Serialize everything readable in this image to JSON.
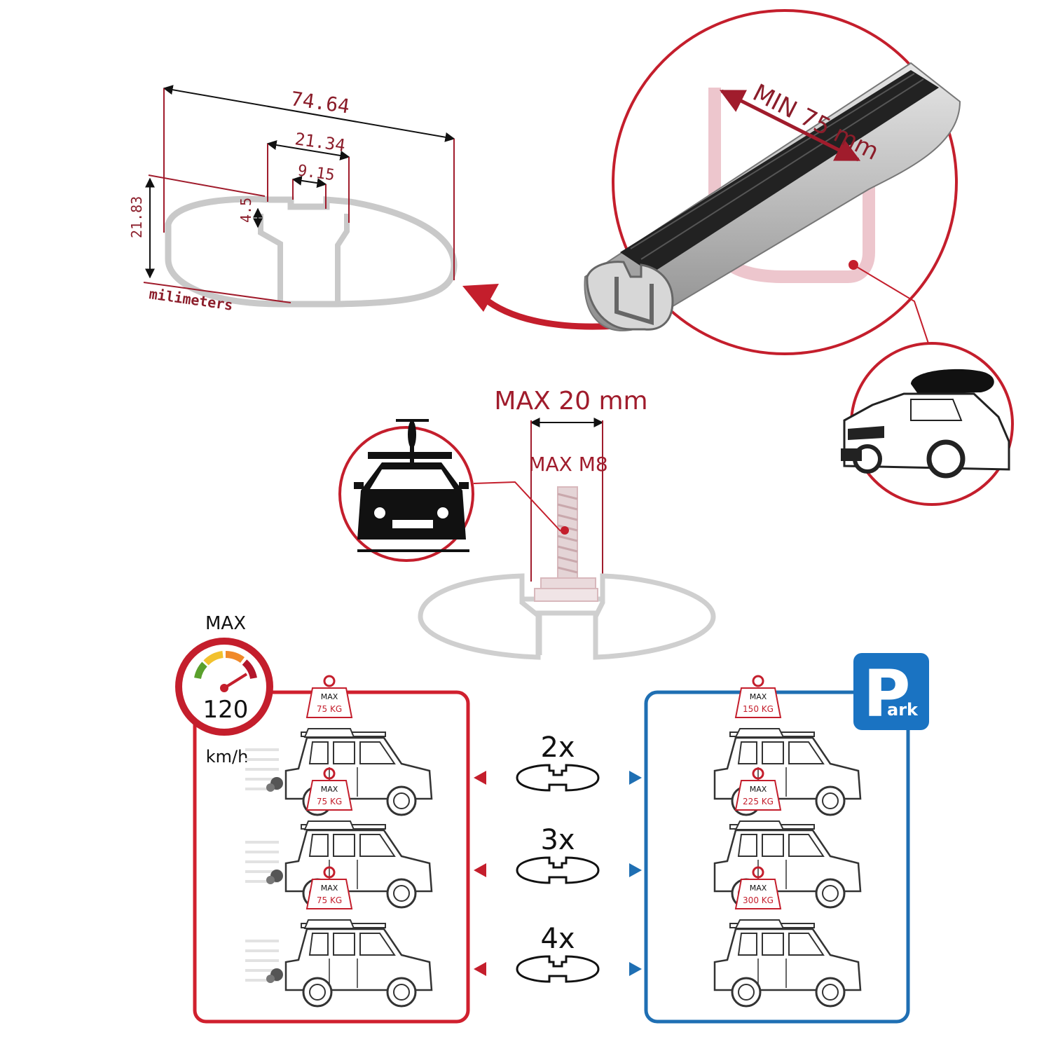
{
  "profile_drawing": {
    "total_width": "74.64",
    "slot_outer_width": "21.34",
    "slot_inner_width": "9.15",
    "slot_depth": "4.5",
    "height": "21.83",
    "unit": "milimeters"
  },
  "bar_detail": {
    "ubolt_spacing": "MIN 75 mm"
  },
  "tbolt_detail": {
    "max_width": "MAX 20 mm",
    "max_thread": "MAX M8"
  },
  "speed_badge": {
    "label": "MAX",
    "value": "120",
    "unit": "km/h"
  },
  "park_badge": {
    "letter": "P",
    "suffix": "ark"
  },
  "load_rows": [
    {
      "count": "2x",
      "driving_max": "MAX",
      "driving_load": "75 KG",
      "parked_max": "MAX",
      "parked_load": "150 KG"
    },
    {
      "count": "3x",
      "driving_max": "MAX",
      "driving_load": "75 KG",
      "parked_max": "MAX",
      "parked_load": "225 KG"
    },
    {
      "count": "4x",
      "driving_max": "MAX",
      "driving_load": "75 KG",
      "parked_max": "MAX",
      "parked_load": "300 KG"
    }
  ],
  "colors": {
    "accent_red": "#d0202e",
    "dimension_red": "#8b1d2a",
    "accent_blue": "#1f6fb3",
    "park_blue": "#1a73c2",
    "profile_grey": "#c9c9c9",
    "bar_silver": "#b8b8b8"
  },
  "icons": [
    "speedometer-icon",
    "park-sign-icon",
    "suv-car-icon",
    "weight-tag-icon",
    "bike-on-roof-icon",
    "car-front-icon",
    "roof-box-car-icon",
    "arrow-left-icon",
    "arrow-right-icon"
  ]
}
